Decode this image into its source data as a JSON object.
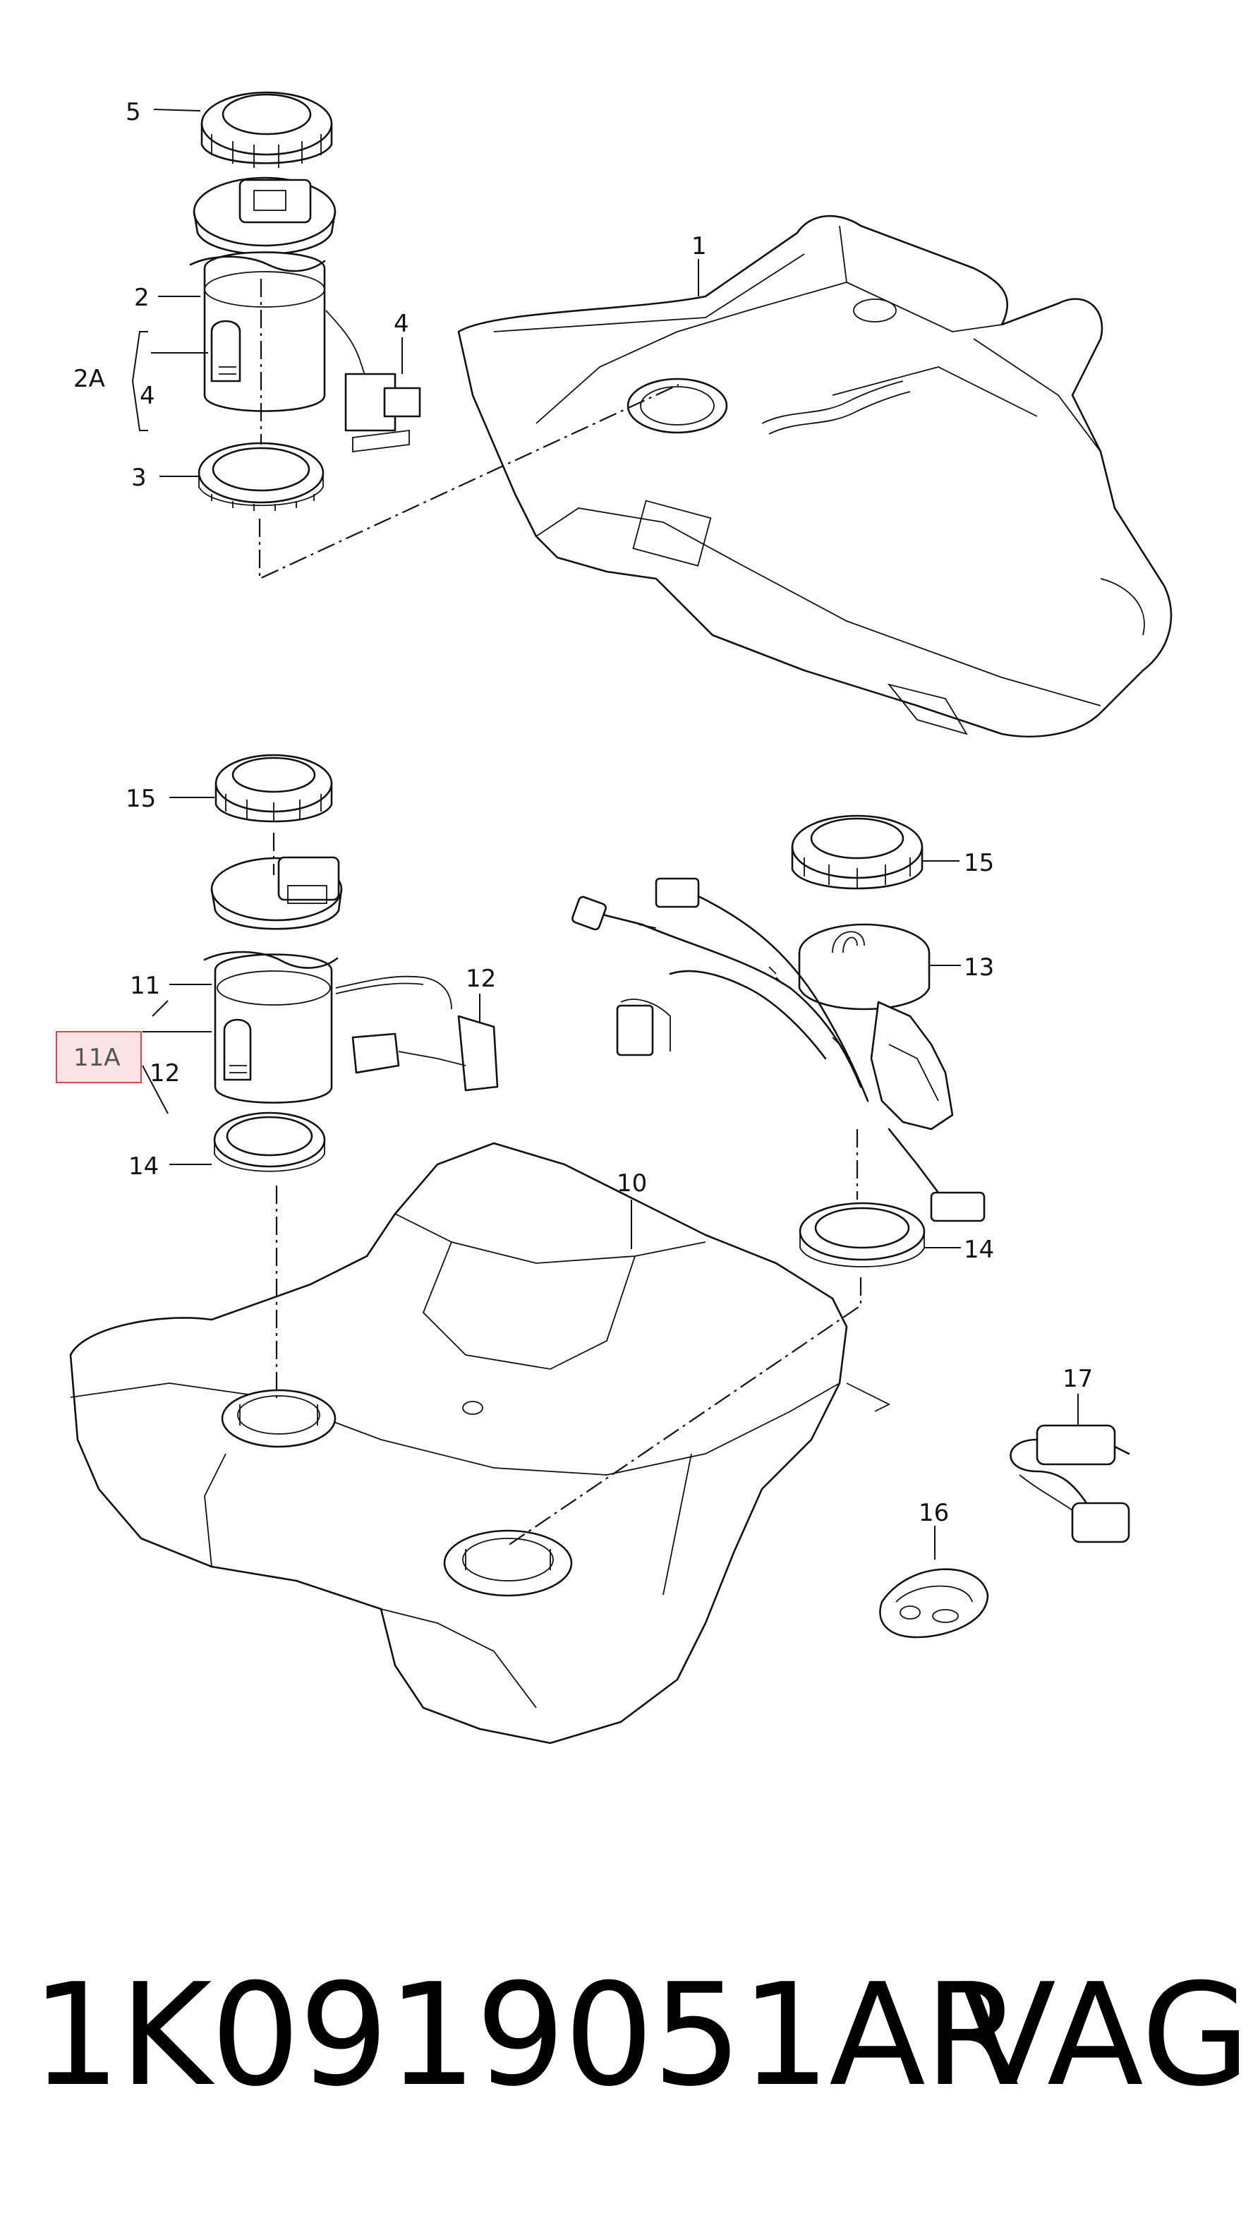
{
  "callouts": {
    "c1": "1",
    "c2": "2",
    "c2a": "2A",
    "c3": "3",
    "c4a": "4",
    "c4b": "4",
    "c5": "5",
    "c10": "10",
    "c11": "11",
    "c11a": "11A",
    "c12a": "12",
    "c12b": "12",
    "c13": "13",
    "c14a": "14",
    "c14b": "14",
    "c15a": "15",
    "c15b": "15",
    "c16": "16",
    "c17": "17"
  },
  "footer": {
    "part_number": "1K0919051AR",
    "brand": "VAG"
  },
  "colors": {
    "line": "#111111",
    "highlight_border": "#e0454e",
    "highlight_fill": "#fbe3e6"
  }
}
